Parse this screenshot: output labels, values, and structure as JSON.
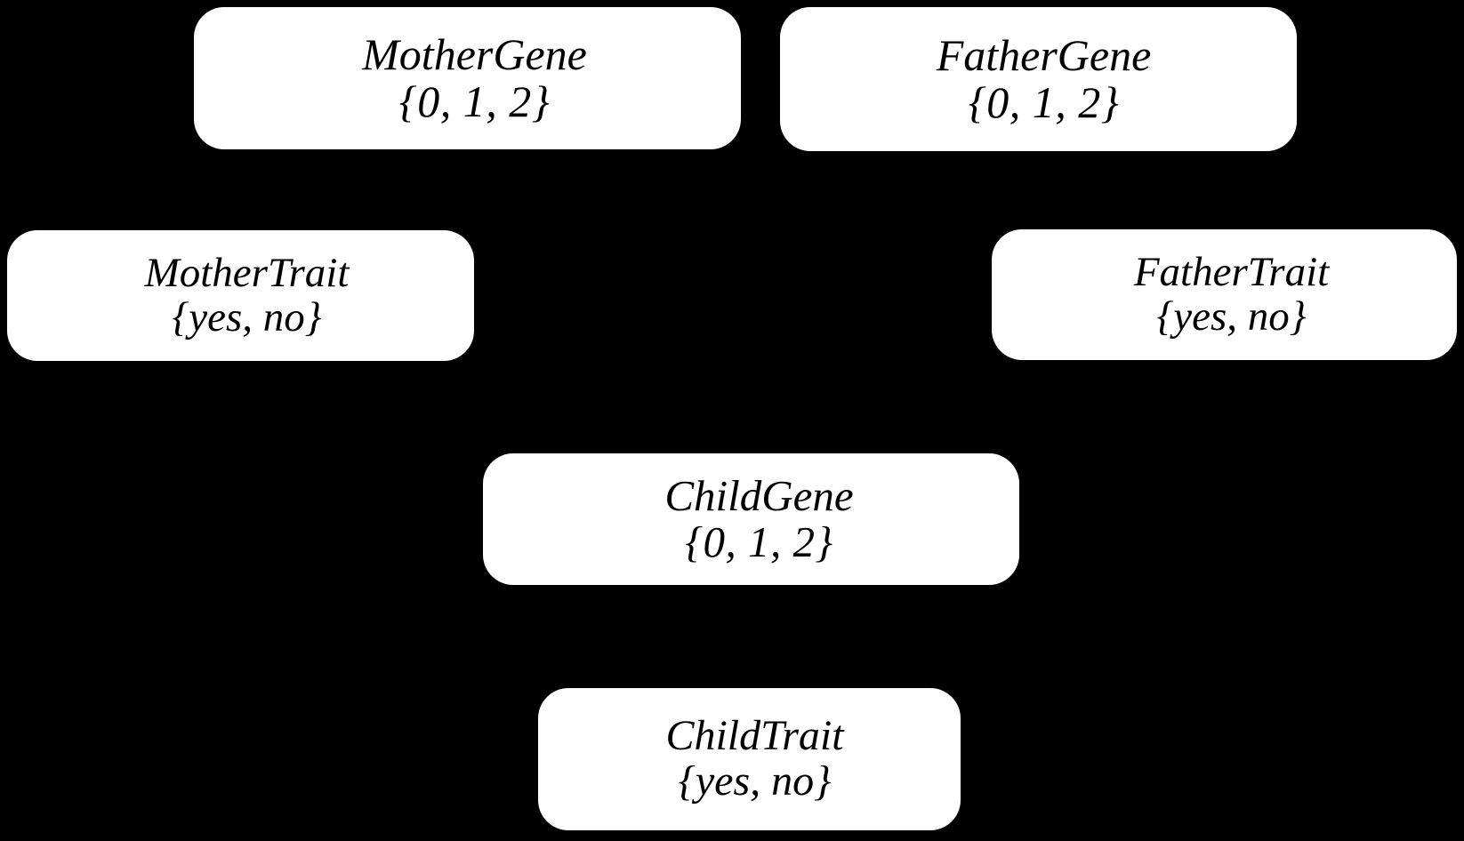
{
  "diagram": {
    "type": "bayesian-network",
    "title": "Genetic inheritance Bayesian network",
    "background_color": "#000000",
    "node_fill_color": "#ffffff",
    "node_text_color": "#000000",
    "nodes": [
      {
        "id": "mother-gene",
        "name": "MotherGene",
        "domain": "{0, 1, 2}"
      },
      {
        "id": "father-gene",
        "name": "FatherGene",
        "domain": "{0, 1, 2}"
      },
      {
        "id": "mother-trait",
        "name": "MotherTrait",
        "domain": "{yes, no}"
      },
      {
        "id": "father-trait",
        "name": "FatherTrait",
        "domain": "{yes, no}"
      },
      {
        "id": "child-gene",
        "name": "ChildGene",
        "domain": "{0, 1, 2}"
      },
      {
        "id": "child-trait",
        "name": "ChildTrait",
        "domain": "{yes, no}"
      }
    ]
  }
}
